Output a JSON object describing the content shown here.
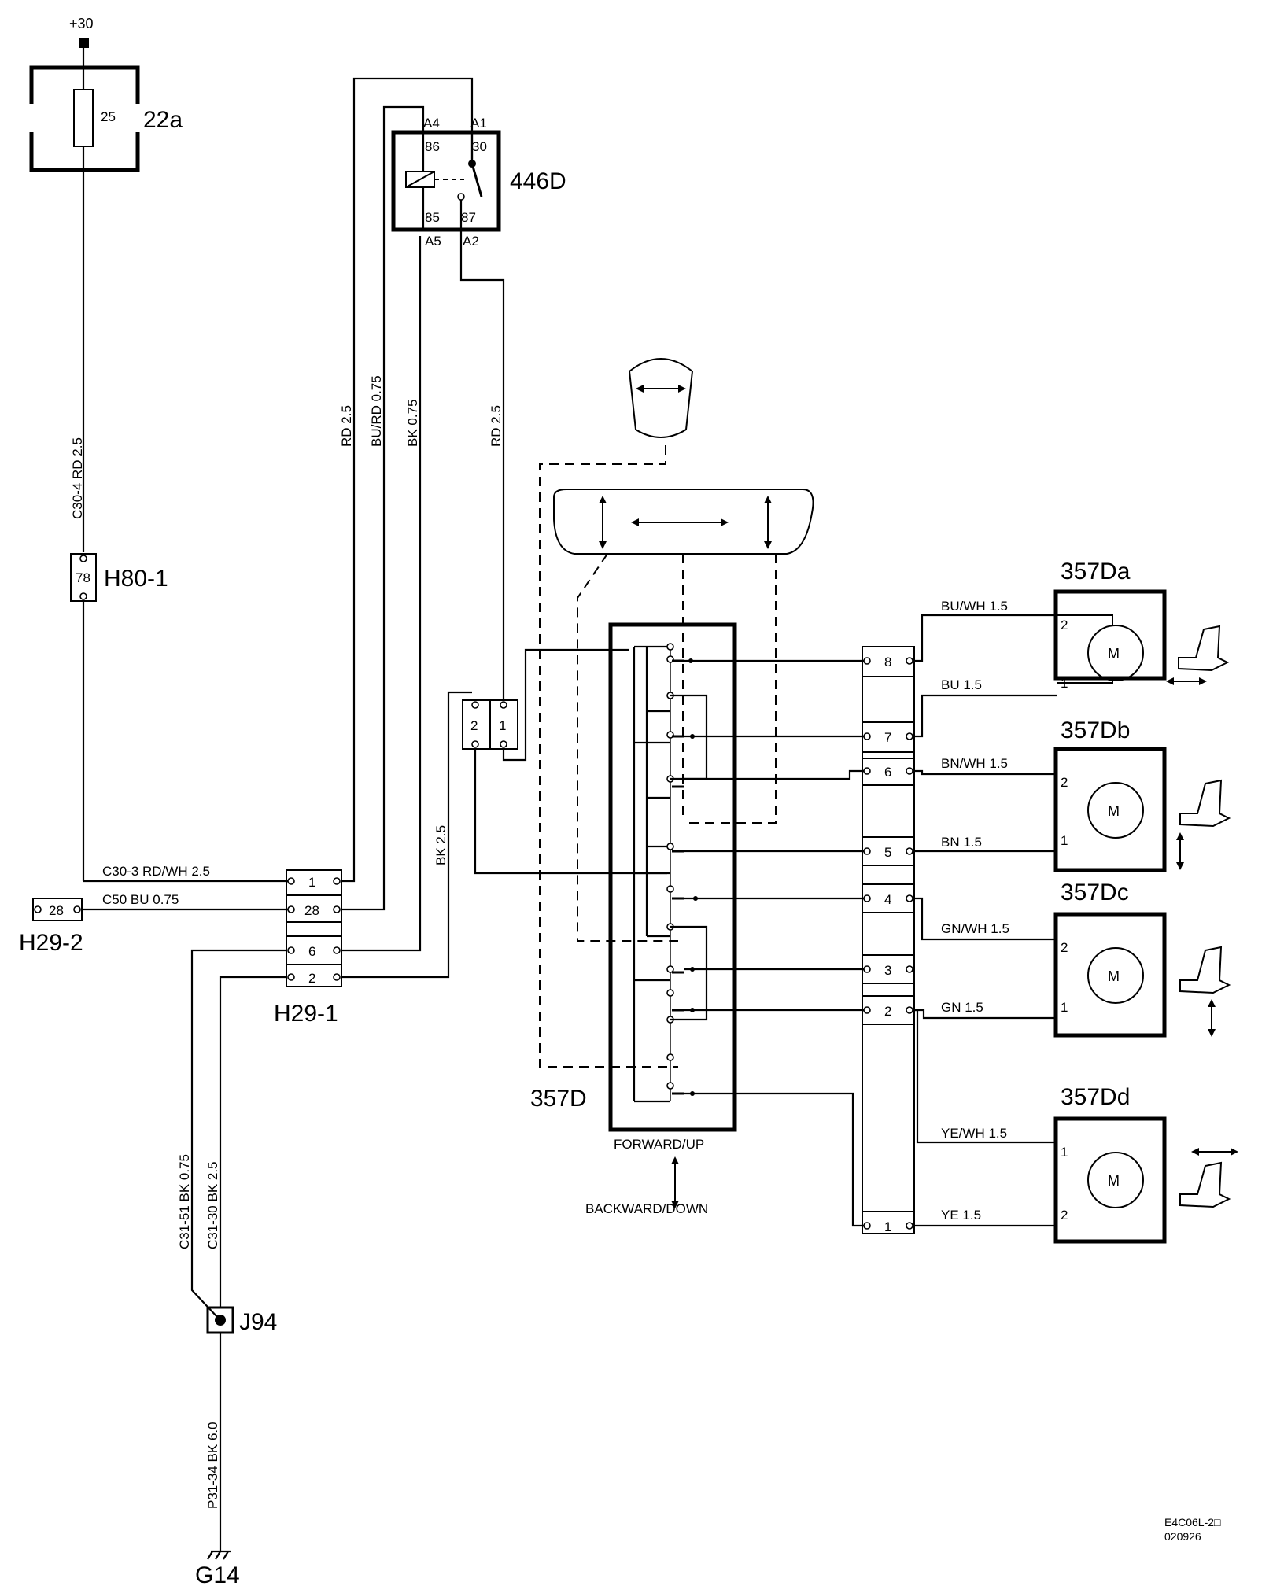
{
  "supply": {
    "label": "+30"
  },
  "fuse": {
    "id": "22a",
    "rating": "25"
  },
  "relay": {
    "id": "446D",
    "pins": {
      "a4": "A4",
      "a1": "A1",
      "p86": "86",
      "p30": "30",
      "p85": "85",
      "p87": "87",
      "a5": "A5",
      "a2": "A2"
    }
  },
  "connectors": {
    "h80": {
      "id": "H80-1",
      "pin": "78"
    },
    "h29_2": {
      "id": "H29-2",
      "pin": "28"
    },
    "h29_1": {
      "id": "H29-1",
      "pins": [
        "1",
        "28",
        "6",
        "2"
      ]
    },
    "small": {
      "pins": [
        "2",
        "1"
      ]
    },
    "switch_terminal": {
      "pins": [
        "8",
        "7",
        "6",
        "5",
        "4",
        "3",
        "2",
        "1"
      ]
    }
  },
  "wires": {
    "c30_4": "C30-4  RD  2.5",
    "rd_left": "RD  2.5",
    "burd": "BU/RD  0.75",
    "bk075": "BK  0.75",
    "rd_right": "RD  2.5",
    "bk25": "BK  2.5",
    "c30_3": "C30-3   RD/WH   2.5",
    "c50": "C50   BU   0.75",
    "c31_51": "C31-51  BK  0.75",
    "c31_30": "C31-30  BK  2.5",
    "p31_34": "P31-34  BK  6.0"
  },
  "motor_wires": [
    "BU/WH  1.5",
    "BU  1.5",
    "BN/WH  1.5",
    "BN  1.5",
    "GN/WH  1.5",
    "GN  1.5",
    "YE/WH  1.5",
    "YE  1.5"
  ],
  "motors": [
    {
      "id": "357Da",
      "top": "2",
      "bottom": "1",
      "symbol": "M"
    },
    {
      "id": "357Db",
      "top": "2",
      "bottom": "1",
      "symbol": "M"
    },
    {
      "id": "357Dc",
      "top": "2",
      "bottom": "1",
      "symbol": "M"
    },
    {
      "id": "357Dd",
      "top": "1",
      "bottom": "2",
      "symbol": "M"
    }
  ],
  "switch": {
    "id": "357D",
    "forward": "FORWARD/UP",
    "backward": "BACKWARD/DOWN"
  },
  "splice": {
    "id": "J94"
  },
  "ground": {
    "id": "G14"
  },
  "doc_code": {
    "line1": "E4C06L-2□",
    "line2": "020926"
  }
}
